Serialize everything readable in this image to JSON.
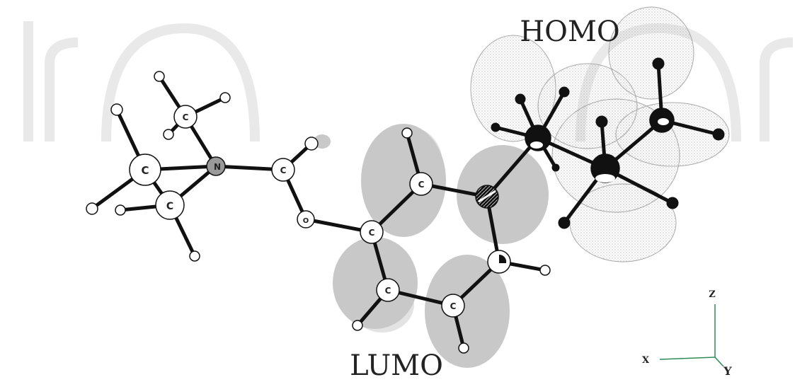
{
  "labels": {
    "homo": "HOMO",
    "lumo": "LUMO"
  },
  "axes": {
    "z": "Z",
    "x": "X",
    "y": "Y"
  },
  "atoms": {
    "c_methyl_top": "C",
    "c_methyl_left": "C",
    "c_methyl_bottom": "C",
    "n": "N",
    "c_carbonyl": "C",
    "o_ester": "O",
    "c_ring_1": "C",
    "c_ring_2": "C",
    "c_ring_4": "C",
    "c_ring_5": "C"
  },
  "colors": {
    "lumo_lobe": "#9a9a9a",
    "homo_mesh": "#b5b5b5",
    "axis_line": "#2e8b57",
    "watermark": "#e9e9e9"
  }
}
